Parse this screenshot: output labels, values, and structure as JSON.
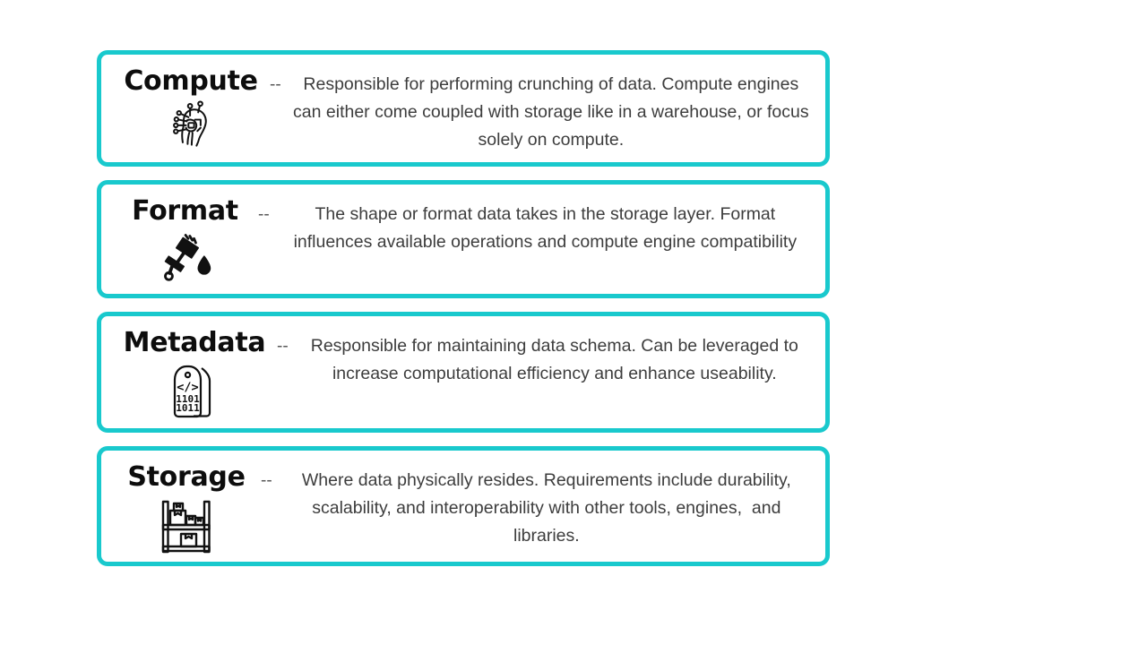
{
  "theme": {
    "background": "#ffffff",
    "card_border": "#19c9cd",
    "card_fill": "#ffffff",
    "title_color": "#0d0d0d",
    "body_color": "#3d3d3d",
    "dash_color": "#595959"
  },
  "cards": [
    {
      "title": "Compute",
      "separator": "--",
      "description": "Responsible for performing crunching of data. Compute engines can either come coupled with storage like in a warehouse, or focus solely on compute.",
      "icon": "cpu-chip-brain-icon"
    },
    {
      "title": "Format",
      "separator": "--",
      "description": "The shape or format data takes in the storage layer. Format influences available operations and compute engine compatibility",
      "icon": "paint-roller-icon"
    },
    {
      "title": "Metadata",
      "separator": "--",
      "description": "Responsible for maintaining data schema. Can be leveraged to increase computational efficiency and enhance useability.",
      "icon": "code-tag-binary-icon",
      "icon_text": {
        "code": "</>",
        "binary_top": "1101",
        "binary_bottom": "1011"
      }
    },
    {
      "title": "Storage",
      "separator": "--",
      "description": "Where data physically resides. Requirements include durability, scalability, and interoperability with other tools, engines,  and libraries.",
      "icon": "warehouse-shelf-boxes-icon"
    }
  ]
}
